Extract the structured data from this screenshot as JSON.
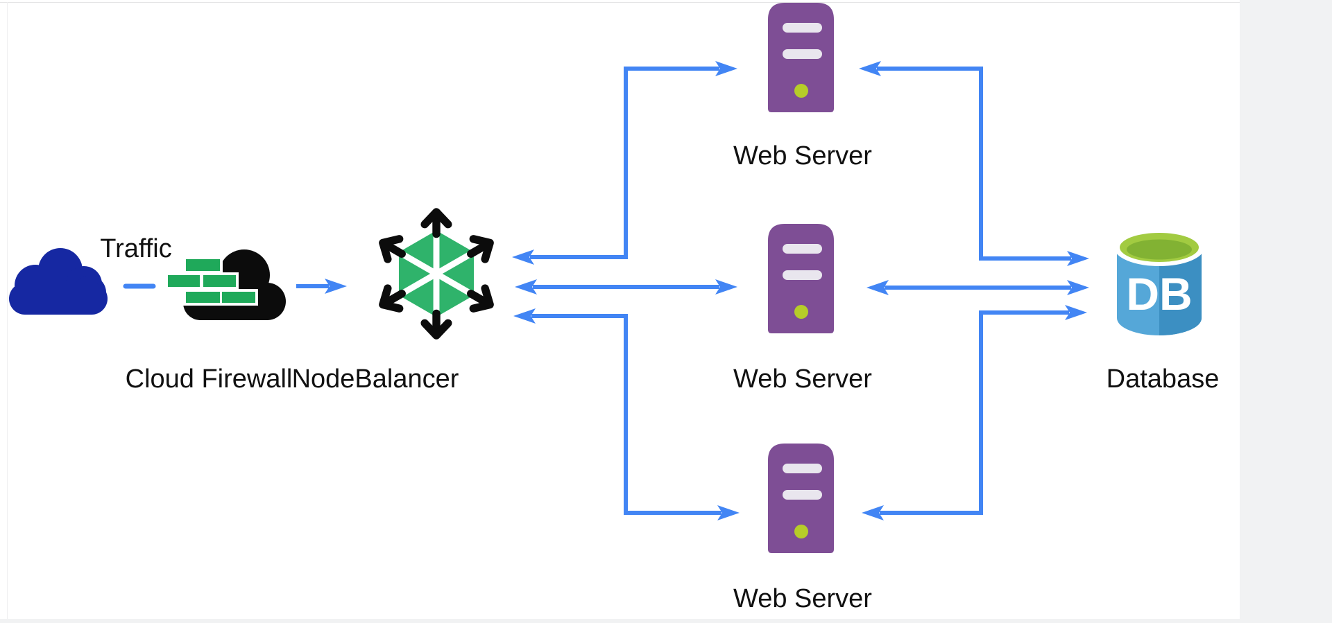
{
  "canvas": {
    "background": "#ffffff",
    "outside_background": "#f1f2f3"
  },
  "colors": {
    "arrow_blue": "#4285f4",
    "traffic_cloud_navy": "#1628a2",
    "firewall_cloud_black": "#0c0c0c",
    "firewall_brick_green": "#1fa95a",
    "nodebalancer_green": "#2fb36b",
    "nodebalancer_arrows_black": "#0c0c0c",
    "server_purple": "#7e4e95",
    "server_slot_light": "#e9e6ee",
    "server_led_green": "#b6cd29",
    "database_blue_light": "#55a7d8",
    "database_blue_dark": "#3c8fc2",
    "database_top_green": "#a2cb41",
    "database_top_green_dark": "#82b233",
    "label_text": "#111111"
  },
  "nodes": {
    "traffic": {
      "label": "Traffic"
    },
    "firewall": {
      "label": "Cloud Firewall"
    },
    "nodebalancer": {
      "label": "NodeBalancer"
    },
    "webserver1": {
      "label": "Web Server"
    },
    "webserver2": {
      "label": "Web Server"
    },
    "webserver3": {
      "label": "Web Server"
    },
    "database": {
      "label": "Database",
      "icon_text": "DB"
    }
  },
  "edges": [
    {
      "from": "traffic",
      "to": "firewall",
      "style": "dash",
      "arrows": "none"
    },
    {
      "from": "firewall",
      "to": "nodebalancer",
      "arrows": "forward"
    },
    {
      "from": "nodebalancer",
      "to": "webserver1",
      "arrows": "both"
    },
    {
      "from": "nodebalancer",
      "to": "webserver2",
      "arrows": "both"
    },
    {
      "from": "nodebalancer",
      "to": "webserver3",
      "arrows": "both"
    },
    {
      "from": "webserver1",
      "to": "database",
      "arrows": "both"
    },
    {
      "from": "webserver2",
      "to": "database",
      "arrows": "both"
    },
    {
      "from": "webserver3",
      "to": "database",
      "arrows": "both"
    }
  ]
}
